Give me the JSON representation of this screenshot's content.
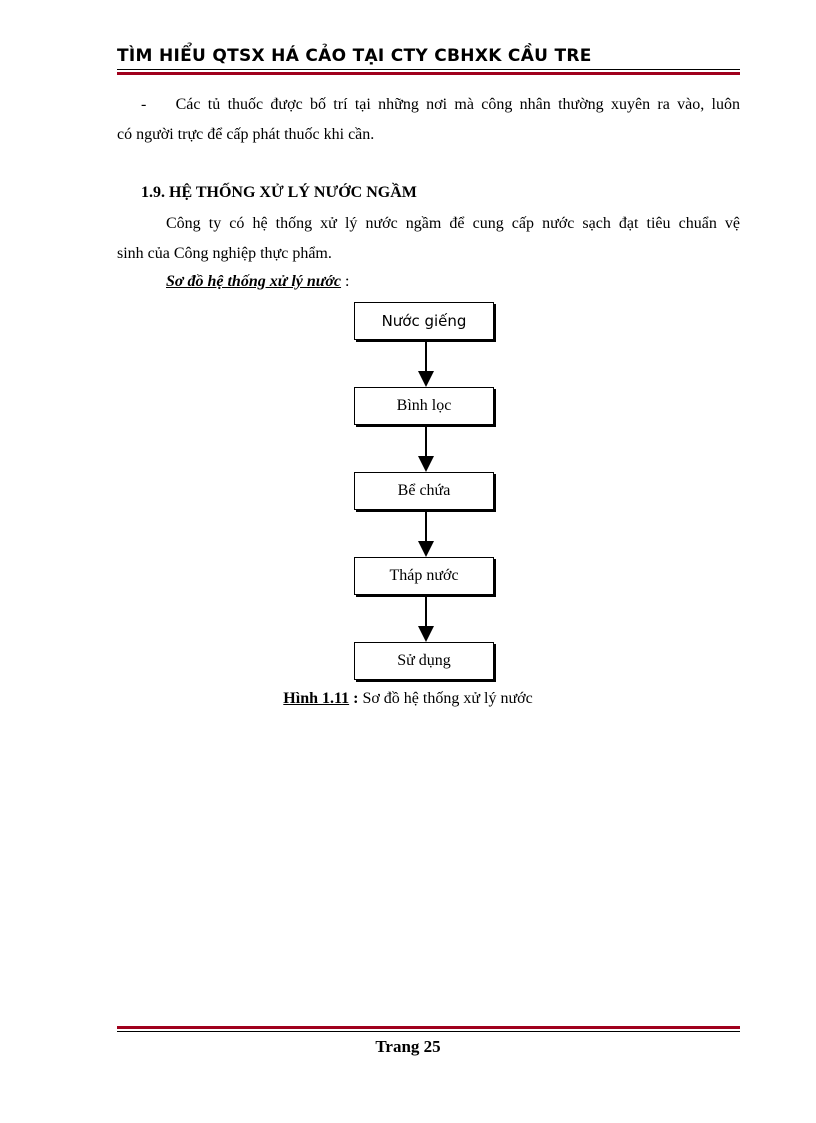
{
  "header": {
    "title": "TÌM HIỂU QTSX HÁ CẢO TẠI CTY CBHXK CẦU TRE"
  },
  "body": {
    "bullet_dash": "-",
    "bullet_line1": "Các tủ thuốc được bố trí tại những nơi mà công nhân thường xuyên ra vào,  luôn",
    "bullet_line2": "có người trực để cấp phát thuốc khi cần.",
    "section_heading": "1.9. HỆ THỐNG XỬ LÝ NƯỚC NGẦM",
    "para_line1": "Công ty có hệ thống xử lý nước ngầm để cung cấp nước sạch đạt tiêu chuẩn vệ",
    "para_line2": "sinh của Công nghiệp thực phẩm.",
    "diagram_label": "Sơ đồ hệ thống xử lý nước",
    "diagram_label_suffix": " :"
  },
  "flowchart": {
    "steps": [
      "Nước giếng",
      "Bình lọc",
      "Bể chứa",
      "Tháp nước",
      "Sử dụng"
    ]
  },
  "caption": {
    "label": "Hình 1.11",
    "colon": " :",
    "text": " Sơ đồ hệ thống xử lý nước"
  },
  "footer": {
    "page": "Trang 25"
  }
}
